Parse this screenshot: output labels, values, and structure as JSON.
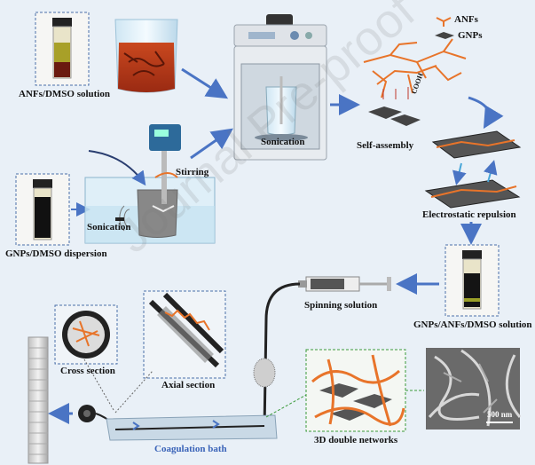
{
  "labels": {
    "anfs_dmso_solution": "ANFs/DMSO solution",
    "sonication_top": "Sonication",
    "legend_anfs": "ANFs",
    "legend_gnps": "GNPs",
    "self_assembly": "Self-assembly",
    "stirring": "Stirring",
    "sonication_bath": "Sonication",
    "electrostatic_repulsion": "Electrostatic repulsion",
    "gnps_dmso_dispersion": "GNPs/DMSO dispersion",
    "spinning_solution": "Spinning solution",
    "gnps_anfs_dmso_solution": "GNPs/ANFs/DMSO solution",
    "cross_section": "Cross section",
    "axial_section": "Axial section",
    "coagulation_bath": "Coagulation bath",
    "double_networks": "3D double networks",
    "scale_bar": "500 nm",
    "cooh": "COOH",
    "watermark": "Journal Pre-proof"
  },
  "colors": {
    "background": "#e9f0f7",
    "arrow": "#4a74c4",
    "anf_orange": "#e8742a",
    "gnp_dark": "#333333",
    "red_solution": "#b63a1a",
    "dashed_border": "#4a6fa8",
    "green_dashed": "#3a9a3a"
  }
}
